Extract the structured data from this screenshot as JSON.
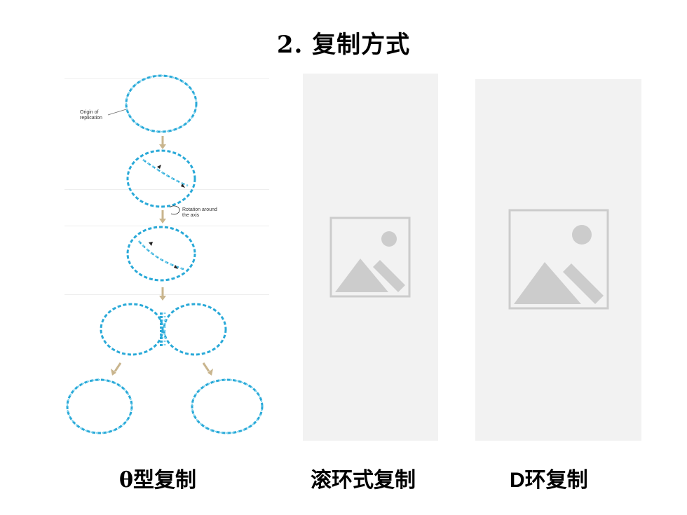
{
  "title": "2. 复制方式",
  "panels": [
    {
      "caption": "θ型复制",
      "labels": {
        "origin": [
          "Origin of",
          "replication"
        ],
        "rotation": [
          "Rotation around",
          "the axis"
        ]
      }
    },
    {
      "caption": "滚环式复制",
      "image": "image-placeholder-icon"
    },
    {
      "caption": "D环复制",
      "image": "image-placeholder-icon"
    }
  ],
  "colors": {
    "dna_strand": "#29a9d8",
    "dna_strand_light": "#7fd3ee",
    "placeholder_bg": "#f2f2f2",
    "arrow": "#d8c9a8"
  }
}
